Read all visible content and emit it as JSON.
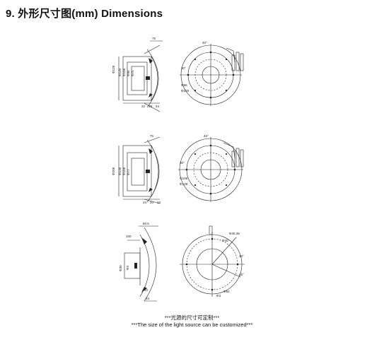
{
  "heading": "9. 外形尺寸图(mm) Dimensions",
  "drawings": [
    {
      "side_labels": [
        "75",
        "Φ128",
        "Φ120",
        "Φ108",
        "Φ96",
        "Φ75",
        "22",
        "20",
        "24"
      ],
      "front_labels": [
        "40°",
        "30°",
        "Φ96",
        "Φ126"
      ]
    },
    {
      "side_labels": [
        "75",
        "Φ208",
        "Φ138",
        "Φ108",
        "Φ77",
        "24",
        "20",
        "24"
      ],
      "front_labels": [
        "40°",
        "30°",
        "Φ108",
        "Φ138"
      ]
    },
    {
      "side_labels": [
        "80.5",
        "100",
        "Φ30",
        "Φ3",
        "40",
        "84"
      ],
      "front_labels": [
        "Φ45.35",
        "Φ40",
        "Φ52",
        "Φ3",
        "30°",
        "45°"
      ]
    }
  ],
  "notes": {
    "cn": "***光源的尺寸可定制***",
    "en": "***The size of the light source can be customized***"
  }
}
